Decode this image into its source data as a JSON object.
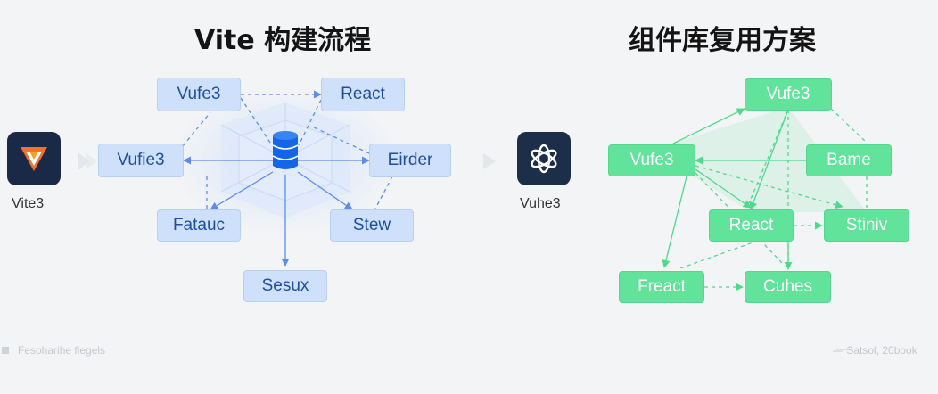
{
  "left_panel": {
    "title": "Vite 构建流程",
    "app_label": "Vite3",
    "app_icon": "vite-logo-icon",
    "center_icon": "database-icon",
    "nodes": {
      "top_left": "Vufe3",
      "top_right": "React",
      "mid_left": "Vufie3",
      "mid_right": "Eirder",
      "low_left": "Fatauc",
      "low_right": "Stew",
      "bottom": "Sesux"
    }
  },
  "right_panel": {
    "title": "组件库复用方案",
    "app_label": "Vuhe3",
    "app_icon": "openai-logo-icon",
    "nodes": {
      "top": "Vufe3",
      "left": "Vufe3",
      "right": "Bame",
      "center": "React",
      "far_right": "Stiniv",
      "bottom_left": "Freact",
      "bottom_right": "Cuhes"
    }
  },
  "footer": {
    "left_text": "Fesoharihe fiegels",
    "right_text": "— Satsol, 20book"
  },
  "colors": {
    "blue_node_fill": "#cfe0fb",
    "blue_node_text": "#1f4f9c",
    "blue_arrow": "#5b8def",
    "green_node_fill": "#62e39b",
    "green_arrow": "#4fd98b",
    "database": "#1565e8"
  }
}
